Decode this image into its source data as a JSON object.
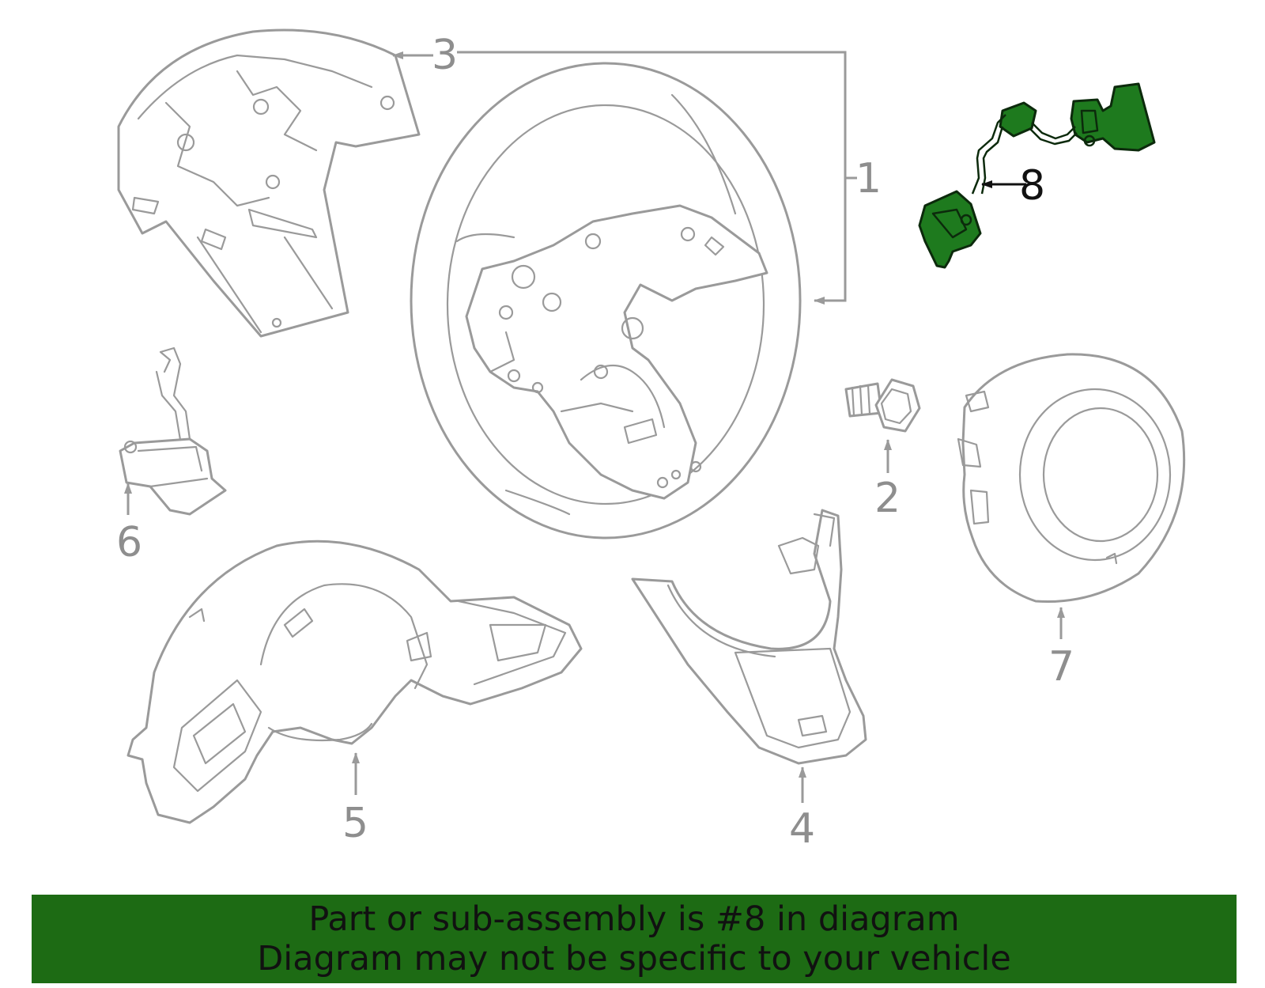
{
  "diagram": {
    "callouts": {
      "c1": "1",
      "c2": "2",
      "c3": "3",
      "c4": "4",
      "c5": "5",
      "c6": "6",
      "c7": "7",
      "c8": "8"
    },
    "highlight_color": "#1e7a1e"
  },
  "banner": {
    "line1": "Part or sub-assembly is #8 in diagram",
    "line2": "Diagram may not be specific to your vehicle",
    "background": "#1d6b14"
  }
}
